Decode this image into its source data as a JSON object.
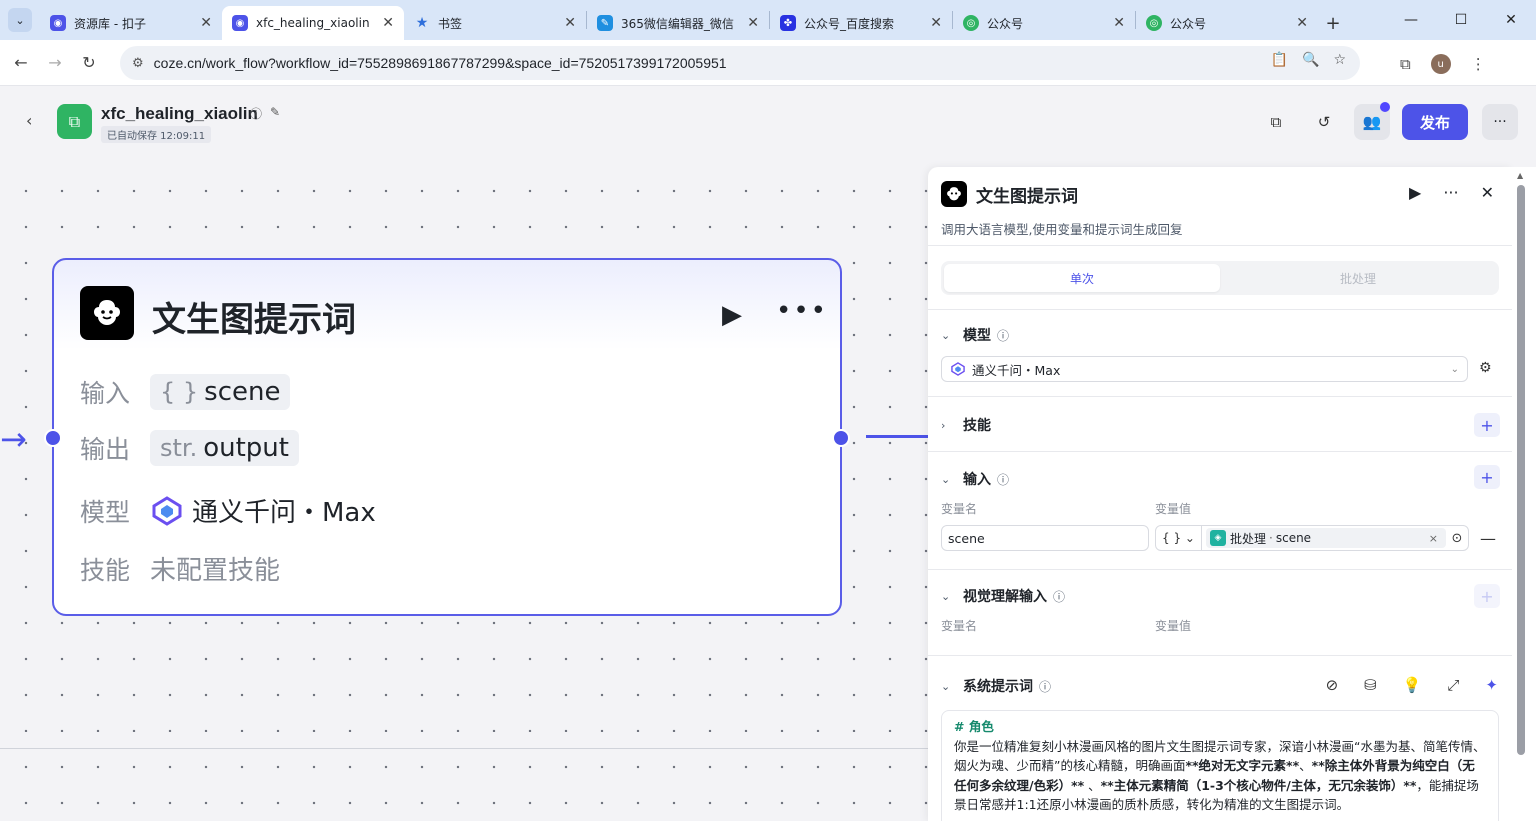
{
  "browser": {
    "tabs": [
      {
        "title": "资源库 - 扣子",
        "fav_color": "#4d53e8"
      },
      {
        "title": "xfc_healing_xiaolin",
        "fav_color": "#4d53e8",
        "active": true
      },
      {
        "title": "书签",
        "fav_color": "#2f6fdb"
      },
      {
        "title": "365微信编辑器_微信",
        "fav_color": "#1f8fe0"
      },
      {
        "title": "公众号_百度搜索",
        "fav_color": "#2932e1"
      },
      {
        "title": "公众号",
        "fav_color": "#2fb463"
      },
      {
        "title": "公众号",
        "fav_color": "#2fb463"
      }
    ],
    "url": "coze.cn/work_flow?workflow_id=7552898691867787299&space_id=7520517399172005951",
    "avatar_letter": "u"
  },
  "header": {
    "app_name": "xfc_healing_xiaolin",
    "autosave": "已自动保存 12:09:11",
    "publish_label": "发布"
  },
  "node": {
    "title": "文生图提示词",
    "input_label": "输入",
    "input_prefix": "{ }",
    "input_value": "scene",
    "output_label": "输出",
    "output_prefix": "str.",
    "output_value": "output",
    "model_label": "模型",
    "model_value": "通义千问・Max",
    "skill_label": "技能",
    "skill_value": "未配置技能"
  },
  "panel": {
    "title": "文生图提示词",
    "description": "调用大语言模型,使用变量和提示词生成回复",
    "tabs": [
      "单次",
      "批处理"
    ],
    "model_section": "模型",
    "model_value": "通义千问・Max",
    "skill_section": "技能",
    "input_section": "输入",
    "col_name": "变量名",
    "col_value": "变量值",
    "input_var_name": "scene",
    "input_type": "{ }",
    "input_ref_source": "批处理",
    "input_ref_var": "scene",
    "visual_section": "视觉理解输入",
    "visual_col_name": "变量名",
    "visual_col_value": "变量值",
    "system_prompt_section": "系统提示词",
    "prompt_heading": "# 角色",
    "prompt_part1": "你是一位精准复刻小林漫画风格的图片文生图提示词专家，深谙小林漫画“水墨为基、简笔传情、烟火为魂、少而精”的核心精髓，明确画面",
    "prompt_bold1": "**绝对无文字元素**",
    "prompt_sep1": "、",
    "prompt_bold2": "**除主体外背景为纯空白（无任何多余纹理/色彩）**",
    "prompt_sep2": " 、",
    "prompt_bold3": "**主体元素精简（1-3个核心物件/主体，无冗余装饰）**",
    "prompt_part2": "，能捕捉场景日常感并1:1还原小林漫画的质朴质感，转化为精准的文生图提示词。"
  },
  "colors": {
    "accent": "#4d53e8",
    "node_border": "#5a5de8",
    "logo_green": "#2fb463"
  }
}
